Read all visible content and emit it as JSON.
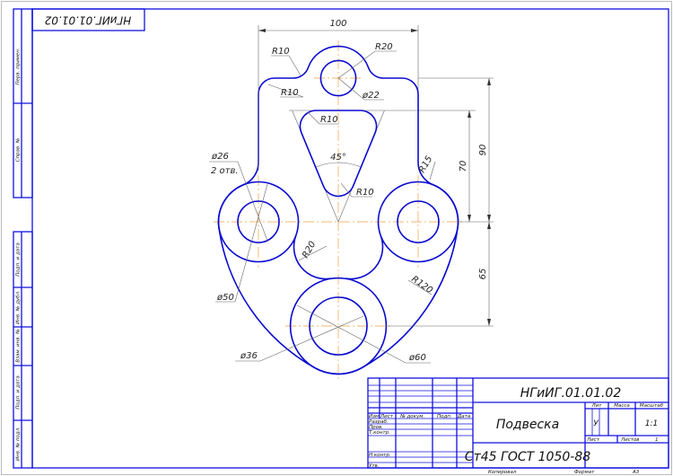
{
  "document": {
    "code": "НГиИГ.01.01.02",
    "code_mirrored": "НГиИГ.01.01.02",
    "part_name": "Подвеска",
    "material": "Ст45 ГОСТ 1050-88",
    "lit_label": "Лит",
    "lit_value": "У",
    "mass_label": "Масса",
    "scale_label": "Масштаб",
    "scale_value": "1:1",
    "sheet_label": "Лист",
    "sheets_label": "Листов",
    "sheets_value": "1",
    "copied_label": "Копировал",
    "format_label": "Формат",
    "format_value": "А3"
  },
  "title_block": {
    "columns": [
      "Изм",
      "Лист",
      "№ докум.",
      "Подп.",
      "Дата"
    ],
    "roles": [
      "Разраб.",
      "Пров.",
      "Т.контр.",
      "Н.контр.",
      "Утв."
    ]
  },
  "side_strip": [
    "Перв. примен.",
    "Справ. №",
    "Подп. и дата",
    "Инв. № дубл.",
    "Взам. инв. №",
    "Подп. и дата",
    "Инв. № подл."
  ],
  "dimensions": {
    "width": "100",
    "height_top": "90",
    "triangle_height": "70",
    "height_bottom": "65",
    "r10_a": "R10",
    "r10_b": "R10",
    "r20_top": "R20",
    "d22": "ø22",
    "r10_tri_top": "R10",
    "angle": "45°",
    "r10_tri_bottom": "R10",
    "d26": "ø26",
    "holes": "2 отв.",
    "r15": "R15",
    "r20_mid": "R20",
    "r120": "R120",
    "d50": "ø50",
    "d36": "ø36",
    "d60": "ø60"
  }
}
